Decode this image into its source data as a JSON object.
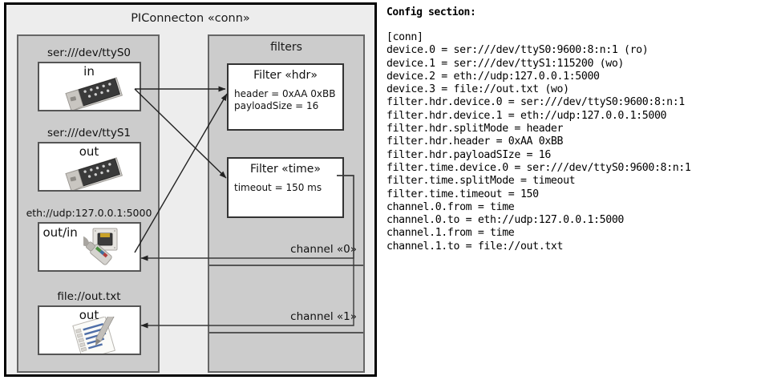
{
  "diagram": {
    "component": {
      "title": "PIConnecton «conn»"
    },
    "devices_panel": {
      "groups": [
        {
          "label": "ser:///dev/ttyS0",
          "direction": "in",
          "icon": "serial-port-icon"
        },
        {
          "label": "ser:///dev/ttyS1",
          "direction": "out",
          "icon": "serial-port-icon"
        },
        {
          "label": "eth://udp:127.0.0.1:5000",
          "direction": "out/in",
          "icon": "ethernet-jack-icon"
        },
        {
          "label": "file://out.txt",
          "direction": "out",
          "icon": "text-file-icon"
        }
      ]
    },
    "filters_panel": {
      "title": "filters",
      "filters": [
        {
          "title": "Filter «hdr»",
          "props": [
            "header = 0xAA 0xBB",
            "payloadSize = 16"
          ]
        },
        {
          "title": "Filter «time»",
          "props": [
            "timeout = 150 ms"
          ]
        }
      ],
      "channels": [
        {
          "label": "channel «0»"
        },
        {
          "label": "channel «1»"
        }
      ]
    }
  },
  "config": {
    "heading": "Config section:",
    "lines": [
      "[conn]",
      "device.0 = ser:///dev/ttyS0:9600:8:n:1 (ro)",
      "device.1 = ser:///dev/ttyS1:115200 (wo)",
      "device.2 = eth://udp:127.0.0.1:5000",
      "device.3 = file://out.txt (wo)",
      "filter.hdr.device.0 = ser:///dev/ttyS0:9600:8:n:1",
      "filter.hdr.device.1 = eth://udp:127.0.0.1:5000",
      "filter.hdr.splitMode = header",
      "filter.hdr.header = 0xAA 0xBB",
      "filter.hdr.payloadSIze = 16",
      "filter.time.device.0 = ser:///dev/ttyS0:9600:8:n:1",
      "filter.time.splitMode = timeout",
      "filter.time.timeout = 150",
      "channel.0.from = time",
      "channel.0.to = eth://udp:127.0.0.1:5000",
      "channel.1.from = time",
      "channel.1.to = file://out.txt"
    ]
  },
  "colors": {
    "frame_border": "#000000",
    "frame_fill": "#ededed",
    "panel_fill": "#cccccc",
    "panel_border": "#666666",
    "box_fill": "#ffffff",
    "wire": "#222222"
  }
}
